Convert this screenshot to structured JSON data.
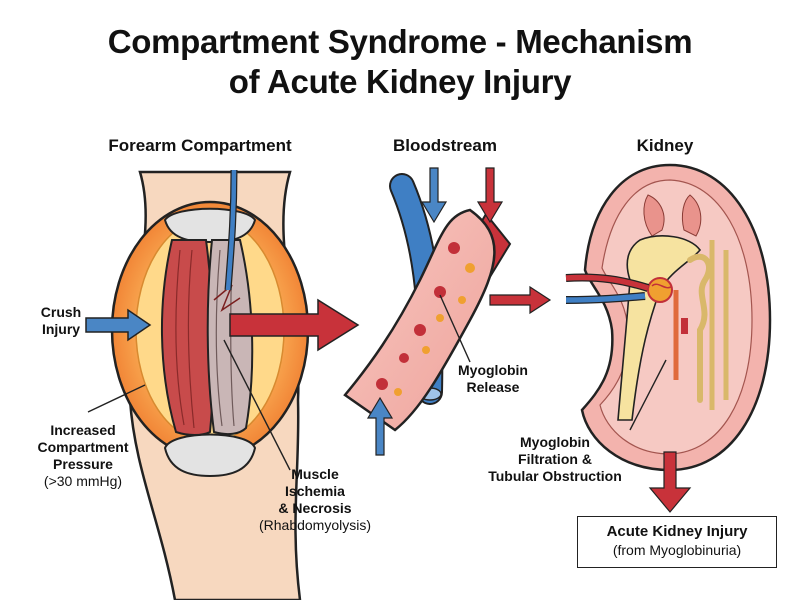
{
  "title": {
    "line1": "Compartment Syndrome - Mechanism",
    "line2": "of Acute Kidney Injury"
  },
  "sections": {
    "forearm": "Forearm Compartment",
    "bloodstream": "Bloodstream",
    "kidney": "Kidney"
  },
  "labels": {
    "crush": {
      "line1": "Crush",
      "line2": "Injury"
    },
    "pressure": {
      "line1": "Increased",
      "line2": "Compartment",
      "line3": "Pressure",
      "line4": "(>30 mmHg)"
    },
    "muscle": {
      "line1": "Muscle",
      "line2": "Ischemia",
      "line3": "& Necrosis",
      "line4": "(Rhabdomyolysis)"
    },
    "myoglobin_release": {
      "line1": "Myoglobin",
      "line2": "Release"
    },
    "filtration": {
      "line1": "Myoglobin",
      "line2": "Filtration &",
      "line3": "Tubular Obstruction"
    }
  },
  "outcome": {
    "line1": "Acute Kidney Injury",
    "line2": "(from Myoglobinuria)"
  },
  "colors": {
    "arrow_red": "#c8323a",
    "arrow_blue": "#4a86c5",
    "skin": "#f7d8bf",
    "compartment_orange": "#f59a3c",
    "muscle_red": "#c84b4b",
    "kidney_pink": "#f3b3ad",
    "blood_red": "#c8323a",
    "vein_blue": "#3f7fc4"
  }
}
